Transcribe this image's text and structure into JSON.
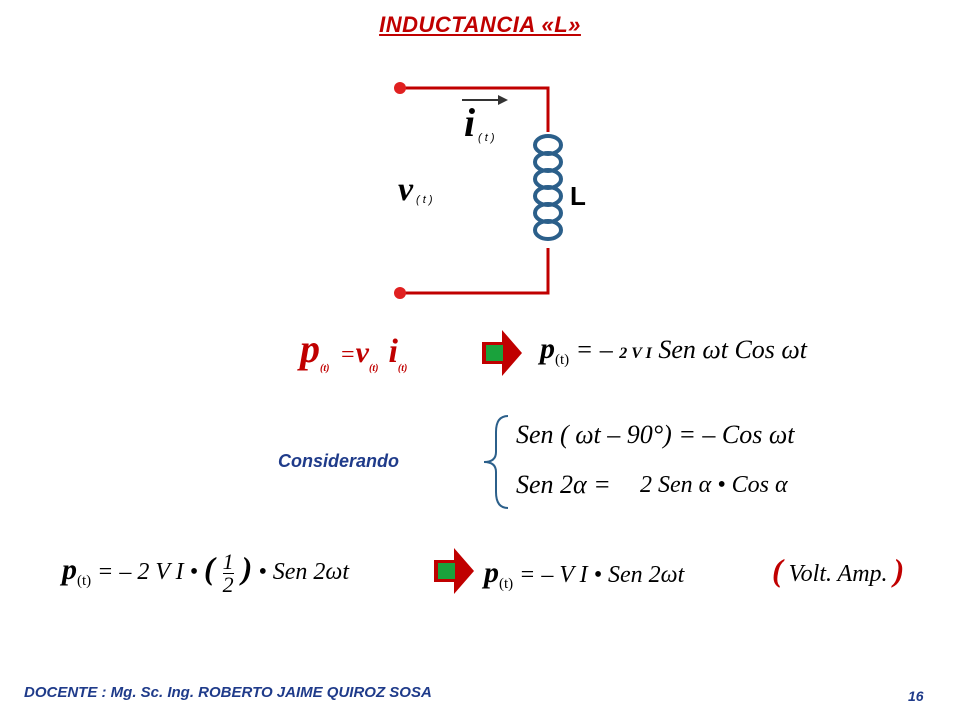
{
  "title": "INDUCTANCIA  «L»",
  "circuit": {
    "current_label": "i",
    "current_sub": "( t )",
    "voltage_label": "v",
    "voltage_sub": "( t )",
    "inductor_label": "L",
    "wire_color": "#c00000",
    "coil_color": "#2b5f8a"
  },
  "eq1": {
    "lhs": "p",
    "lhs_sub": "(t)",
    "eq": "=",
    "v": "v",
    "v_sub": "(t)",
    "i": "i",
    "i_sub": "(t)"
  },
  "eq2": {
    "p": "p",
    "p_sub": "(t)",
    "rhs1": "= –",
    "coef": "2 V I",
    "rhs2": "Sen ωt  Cos ωt"
  },
  "considering_label": "Considerando",
  "identity1": "Sen ( ωt – 90°) = – Cos ωt",
  "identity2_lhs": "Sen 2α  =",
  "identity2_rhs": "2 Sen α • Cos α",
  "eq3": {
    "p": "p",
    "p_sub": "(t)",
    "rhs1": "= – 2 V I •",
    "open": "(",
    "num": "1",
    "den": "2",
    "close": ")",
    "rhs2": "• Sen 2ωt"
  },
  "eq4": {
    "p": "p",
    "p_sub": "(t)",
    "rhs": "= – V I •  Sen 2ωt"
  },
  "units": {
    "open": "(",
    "text": "Volt. Amp.",
    "close": ")"
  },
  "footer": "DOCENTE : Mg. Sc. Ing. ROBERTO JAIME QUIROZ SOSA",
  "page_number": "16",
  "colors": {
    "accent_red": "#c00000",
    "accent_blue": "#1f3b8a",
    "arrow_green": "#1aa23c"
  }
}
